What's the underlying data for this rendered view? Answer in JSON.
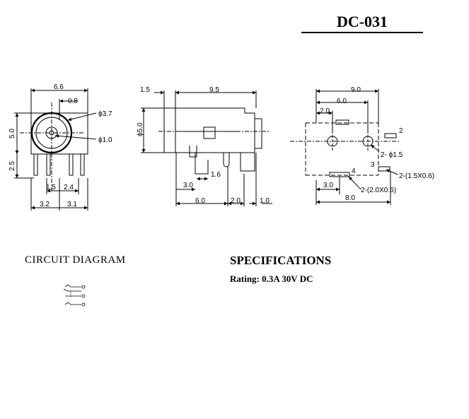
{
  "title": "DC-031",
  "front_view": {
    "width": "6.6",
    "pin_offset": "0.8",
    "outer_dia": "ϕ3.7",
    "pin_dia": "ϕ1.0",
    "height": "5.0",
    "leg_height": "2.5",
    "pitch_a": "1.5",
    "pitch_b": "2.4",
    "bottom_a": "3.2",
    "bottom_b": "3.1"
  },
  "side_view": {
    "flange": "1.5",
    "length": "9.5",
    "dia": "ϕ5.0",
    "pin_gap": "1.6",
    "pin_pos": "3.0",
    "span_a": "6.0",
    "span_b": "2.0",
    "span_c": "1.0"
  },
  "footprint": {
    "overall": "9.0",
    "mid": "6.0",
    "left": "2.0",
    "pad2_label": "2",
    "hole_note": "2- ϕ1.5",
    "pad3_label": "3",
    "pad3_note": "2-(1.5X0.6)",
    "pad4_label": "4",
    "pad4_note": "2-(2.0X0.6)",
    "bottom_left": "3.0",
    "bottom_total": "8.0"
  },
  "circuit": {
    "heading": "CIRCUIT DIAGRAM"
  },
  "specifications": {
    "heading": "SPECIFICATIONS",
    "rating": "Rating: 0.3A 30V DC"
  }
}
